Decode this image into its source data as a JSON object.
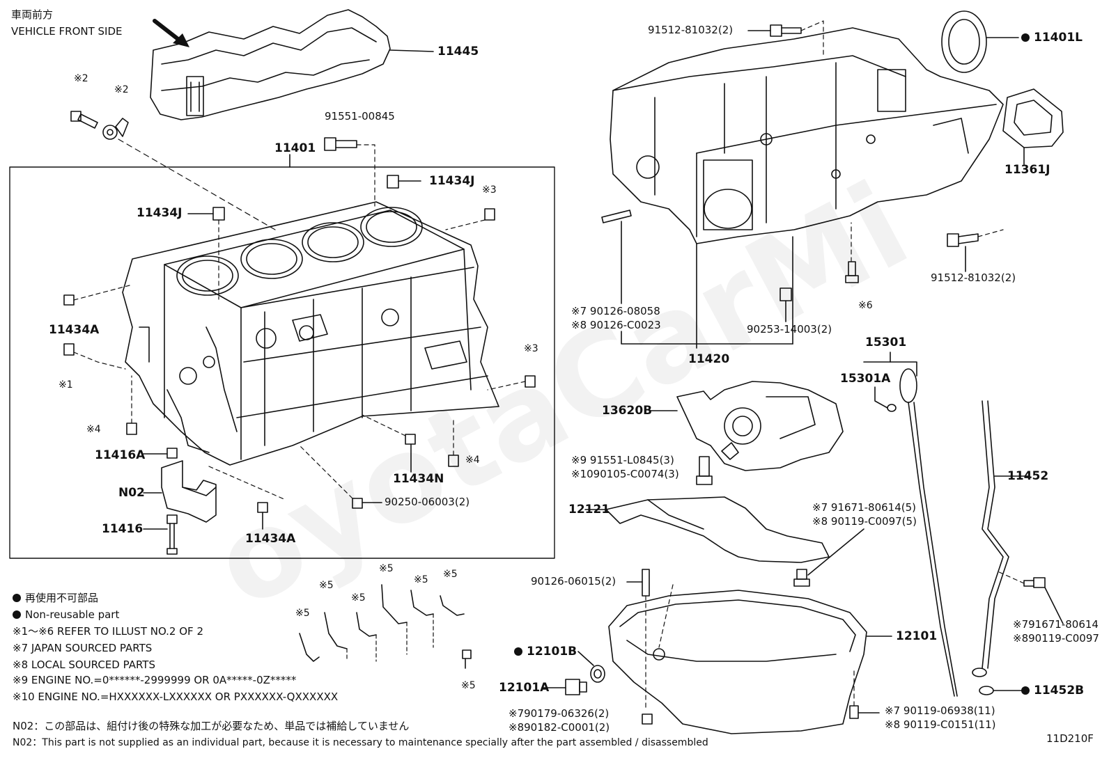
{
  "header": {
    "front_jp": "車両前方",
    "front_en": "VEHICLE FRONT SIDE"
  },
  "watermark": "oyotaCarMi",
  "diagram_code": "11D210F",
  "parts": {
    "p11445": "11445",
    "p11401": "11401",
    "p91551_00845": "91551-00845",
    "p11434J_a": "11434J",
    "p11434J_b": "11434J",
    "p11434A_a": "11434A",
    "p11434A_b": "11434A",
    "p11416A": "11416A",
    "p11416": "11416",
    "pN02": "N02",
    "p11434N": "11434N",
    "p90250": "90250-06003(2)",
    "p91512_top": "91512-81032(2)",
    "p91512_right": "91512-81032(2)",
    "p11401L": "11401L",
    "p11361J": "11361J",
    "p90126_08058": "90126-08058",
    "p90126_C0023": "90126-C0023",
    "p11420": "11420",
    "p90253": "90253-14003(2)",
    "p15301": "15301",
    "p15301A": "15301A",
    "p13620B": "13620B",
    "p91551_L0845": "91551-L0845(3)",
    "p90105_C0074": "90105-C0074(3)",
    "p12121": "12121",
    "p91671_80614_5": "91671-80614(5)",
    "p90119_C0097_5": "90119-C0097(5)",
    "p11452": "11452",
    "p90126_06015": "90126-06015(2)",
    "p12101B": "12101B",
    "p12101A": "12101A",
    "p12101": "12101",
    "p91671_80614": "91671-80614",
    "p90119_C0097": "90119-C0097",
    "p11452B": "11452B",
    "p90179": "90179-06326(2)",
    "p90182": "90182-C0001(2)",
    "p90119_06938": "90119-06938(11)",
    "p90119_C0151": "90119-C0151(11)"
  },
  "marks": {
    "m2": "※2",
    "m1": "※1",
    "m3": "※3",
    "m4": "※4",
    "m5": "※5",
    "m6": "※6",
    "m7": "※7",
    "m8": "※8",
    "m9": "※9",
    "m10": "※10"
  },
  "legend": {
    "l1": "再使用不可部品",
    "l2": "Non-reusable part",
    "l3": "※1～※6  REFER TO ILLUST NO.2 OF 2",
    "l4": "※7   JAPAN SOURCED PARTS",
    "l5": "※8   LOCAL SOURCED PARTS",
    "l6": "※9 ENGINE NO.=0******-2999999 OR 0A*****-0Z*****",
    "l7": "※10 ENGINE NO.=HXXXXXX-LXXXXXX OR PXXXXXX-QXXXXXX",
    "n02_jp": "N02：この部品は、組付け後の特殊な加工が必要なため、単品では補給していません",
    "n02_en": "N02：This part is not supplied as an individual part, because it is necessary to maintenance specially after the part assembled / disassembled"
  }
}
